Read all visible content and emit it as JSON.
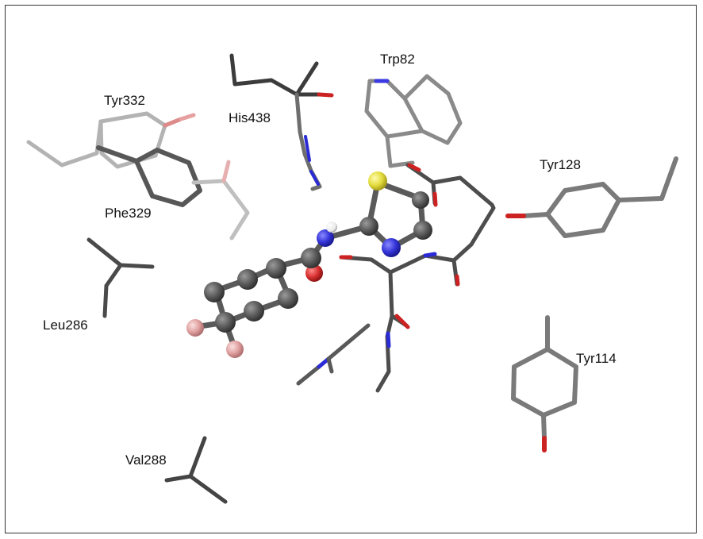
{
  "residues": [
    {
      "id": "tyr332",
      "label": "Tyr332"
    },
    {
      "id": "his438",
      "label": "His438"
    },
    {
      "id": "trp82",
      "label": "Trp82"
    },
    {
      "id": "tyr128",
      "label": "Tyr128"
    },
    {
      "id": "phe329",
      "label": "Phe329"
    },
    {
      "id": "leu286",
      "label": "Leu286"
    },
    {
      "id": "tyr114",
      "label": "Tyr114"
    },
    {
      "id": "val288",
      "label": "Val288"
    }
  ],
  "colors": {
    "carbon_dark": "#4d4d4d",
    "carbon_mid": "#7a7a7a",
    "carbon_light": "#b4b4b4",
    "oxygen": "#cc2222",
    "nitrogen": "#2b2bd6",
    "sulfur": "#e0d83a",
    "fluorine": "#e2a3a3",
    "hydrogen": "#ffffff"
  }
}
